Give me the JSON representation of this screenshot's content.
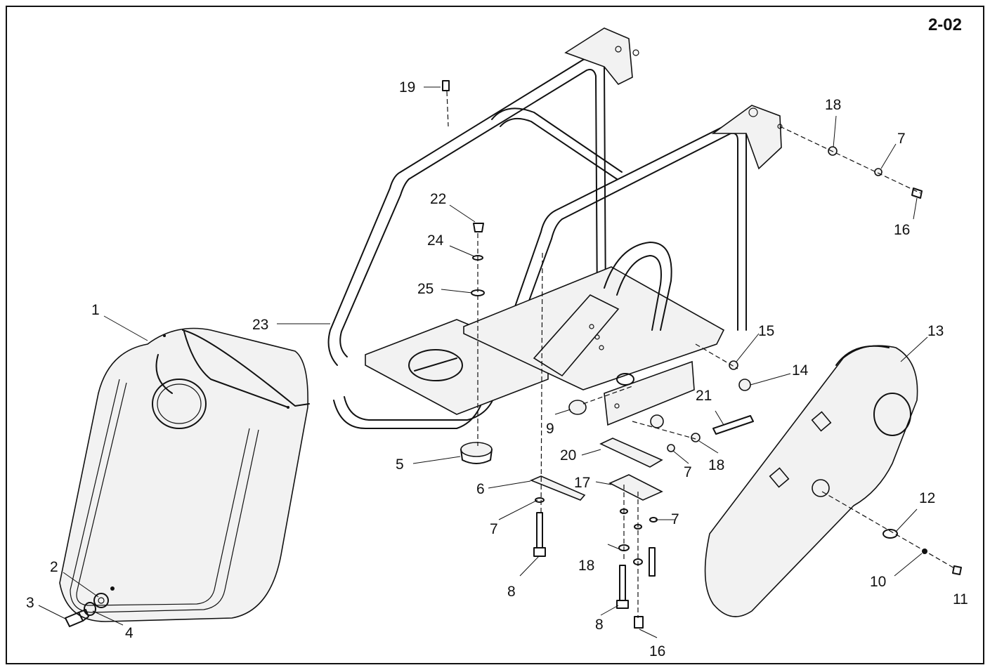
{
  "page_code": "2-02",
  "callouts": [
    {
      "id": "c1",
      "label": "1"
    },
    {
      "id": "c2",
      "label": "2"
    },
    {
      "id": "c3",
      "label": "3"
    },
    {
      "id": "c4",
      "label": "4"
    },
    {
      "id": "c5",
      "label": "5"
    },
    {
      "id": "c6",
      "label": "6"
    },
    {
      "id": "c7a",
      "label": "7"
    },
    {
      "id": "c7b",
      "label": "7"
    },
    {
      "id": "c7c",
      "label": "7"
    },
    {
      "id": "c7d",
      "label": "7"
    },
    {
      "id": "c8a",
      "label": "8"
    },
    {
      "id": "c8b",
      "label": "8"
    },
    {
      "id": "c9",
      "label": "9"
    },
    {
      "id": "c10",
      "label": "10"
    },
    {
      "id": "c11",
      "label": "11"
    },
    {
      "id": "c12",
      "label": "12"
    },
    {
      "id": "c13",
      "label": "13"
    },
    {
      "id": "c14",
      "label": "14"
    },
    {
      "id": "c15",
      "label": "15"
    },
    {
      "id": "c16a",
      "label": "16"
    },
    {
      "id": "c16b",
      "label": "16"
    },
    {
      "id": "c17",
      "label": "17"
    },
    {
      "id": "c18a",
      "label": "18"
    },
    {
      "id": "c18b",
      "label": "18"
    },
    {
      "id": "c18c",
      "label": "18"
    },
    {
      "id": "c19",
      "label": "19"
    },
    {
      "id": "c20",
      "label": "20"
    },
    {
      "id": "c21",
      "label": "21"
    },
    {
      "id": "c22",
      "label": "22"
    },
    {
      "id": "c23",
      "label": "23"
    },
    {
      "id": "c24",
      "label": "24"
    },
    {
      "id": "c25",
      "label": "25"
    }
  ]
}
